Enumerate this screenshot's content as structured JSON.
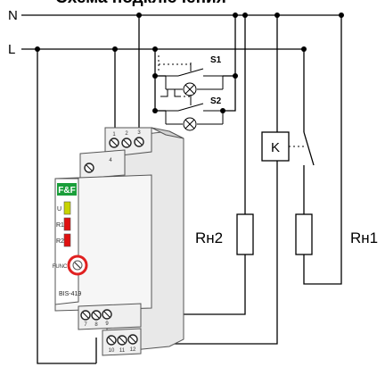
{
  "title": "Схема подключения",
  "lines": {
    "neutral": "N",
    "line": "L"
  },
  "switches": [
    "S1",
    "S2"
  ],
  "relay": "K",
  "loads": {
    "rn2": "Rн2",
    "rn1": "Rн1"
  },
  "device": {
    "brand": "F&F",
    "model": "BIS-419",
    "func_label": "FUNC",
    "indicators": [
      "U",
      "R1",
      "R2"
    ],
    "top_terminals_row1": [
      "1",
      "2",
      "3"
    ],
    "top_terminals_row2": [
      "4"
    ],
    "bottom_terminals_row1": [
      "7",
      "8",
      "9"
    ],
    "bottom_terminals_row2": [
      "10",
      "11",
      "12"
    ]
  },
  "colors": {
    "device_green": "#1a9e3a",
    "indicator_u": "#c8d400",
    "indicator_r": "#e01010",
    "knob_red": "#e02020"
  }
}
